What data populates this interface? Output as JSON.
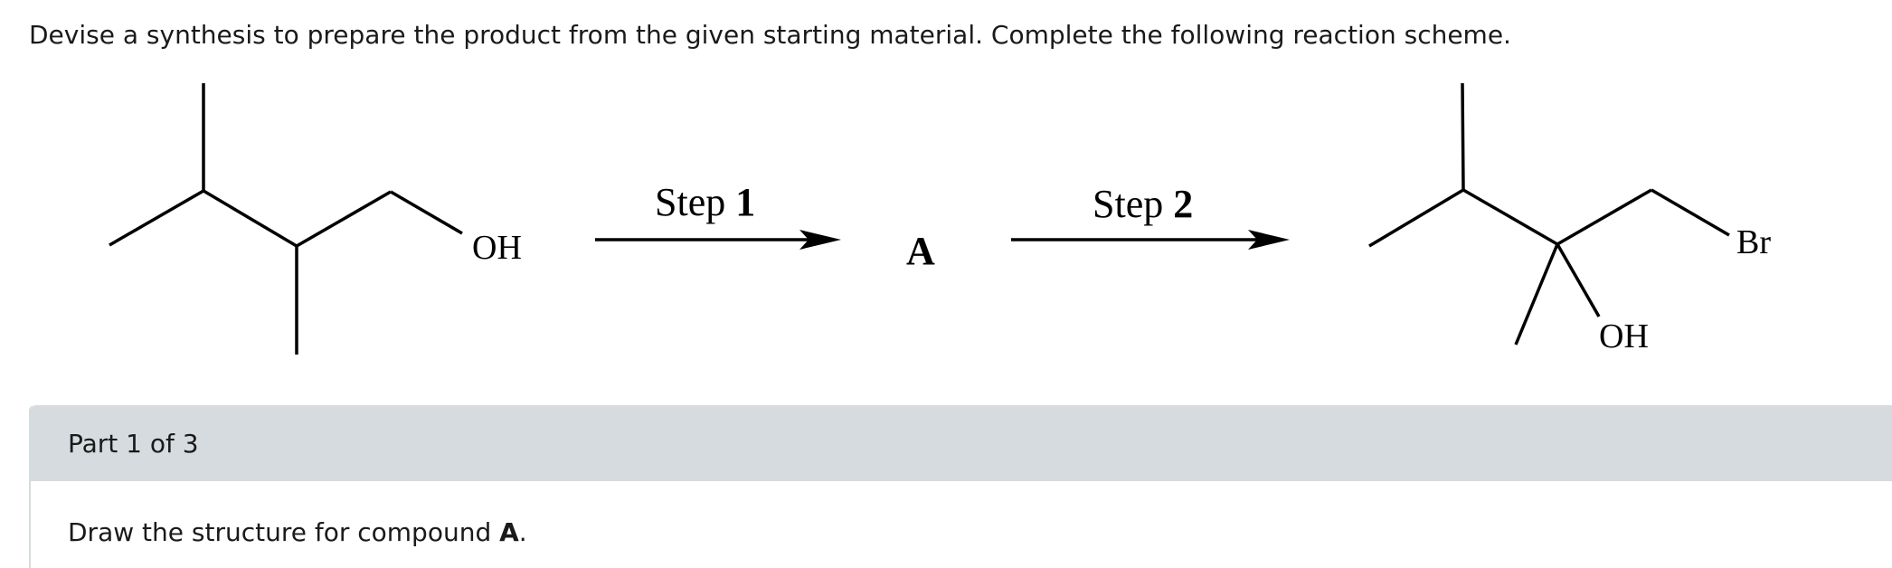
{
  "problem": {
    "instruction": "Devise a synthesis to prepare the product from the given starting material. Complete the following reaction scheme."
  },
  "scheme": {
    "starting_material": {
      "hydroxyl_label": "OH"
    },
    "step1": {
      "prefix": "Step ",
      "number": "1"
    },
    "intermediate_label": "A",
    "step2": {
      "prefix": "Step ",
      "number": "2"
    },
    "product": {
      "hydroxyl_label": "OH",
      "bromo_label": "Br"
    }
  },
  "part": {
    "label": "Part 1 of 3",
    "question_prefix": "Draw the structure for compound ",
    "question_bold": "A",
    "question_suffix": "."
  }
}
